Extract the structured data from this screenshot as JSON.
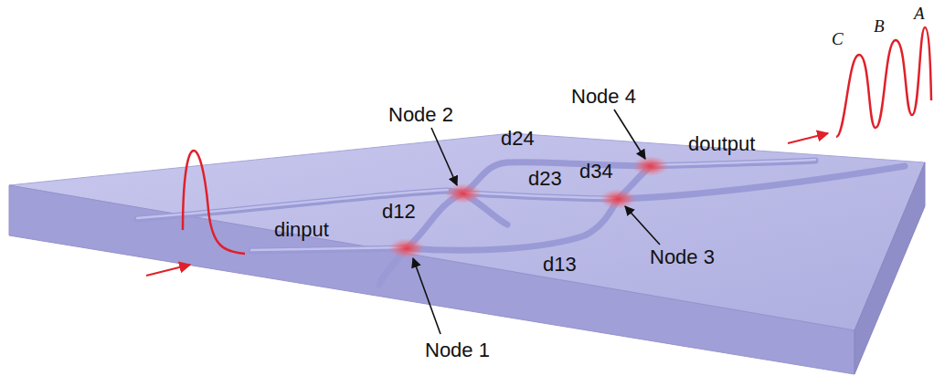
{
  "diagram": {
    "labels": [
      "Node 2",
      "Node 4",
      "d24",
      "doutput",
      "C",
      "B",
      "A",
      "dinput",
      "d12",
      "d23",
      "d34",
      "d13",
      "Node 3",
      "Node 1"
    ]
  }
}
